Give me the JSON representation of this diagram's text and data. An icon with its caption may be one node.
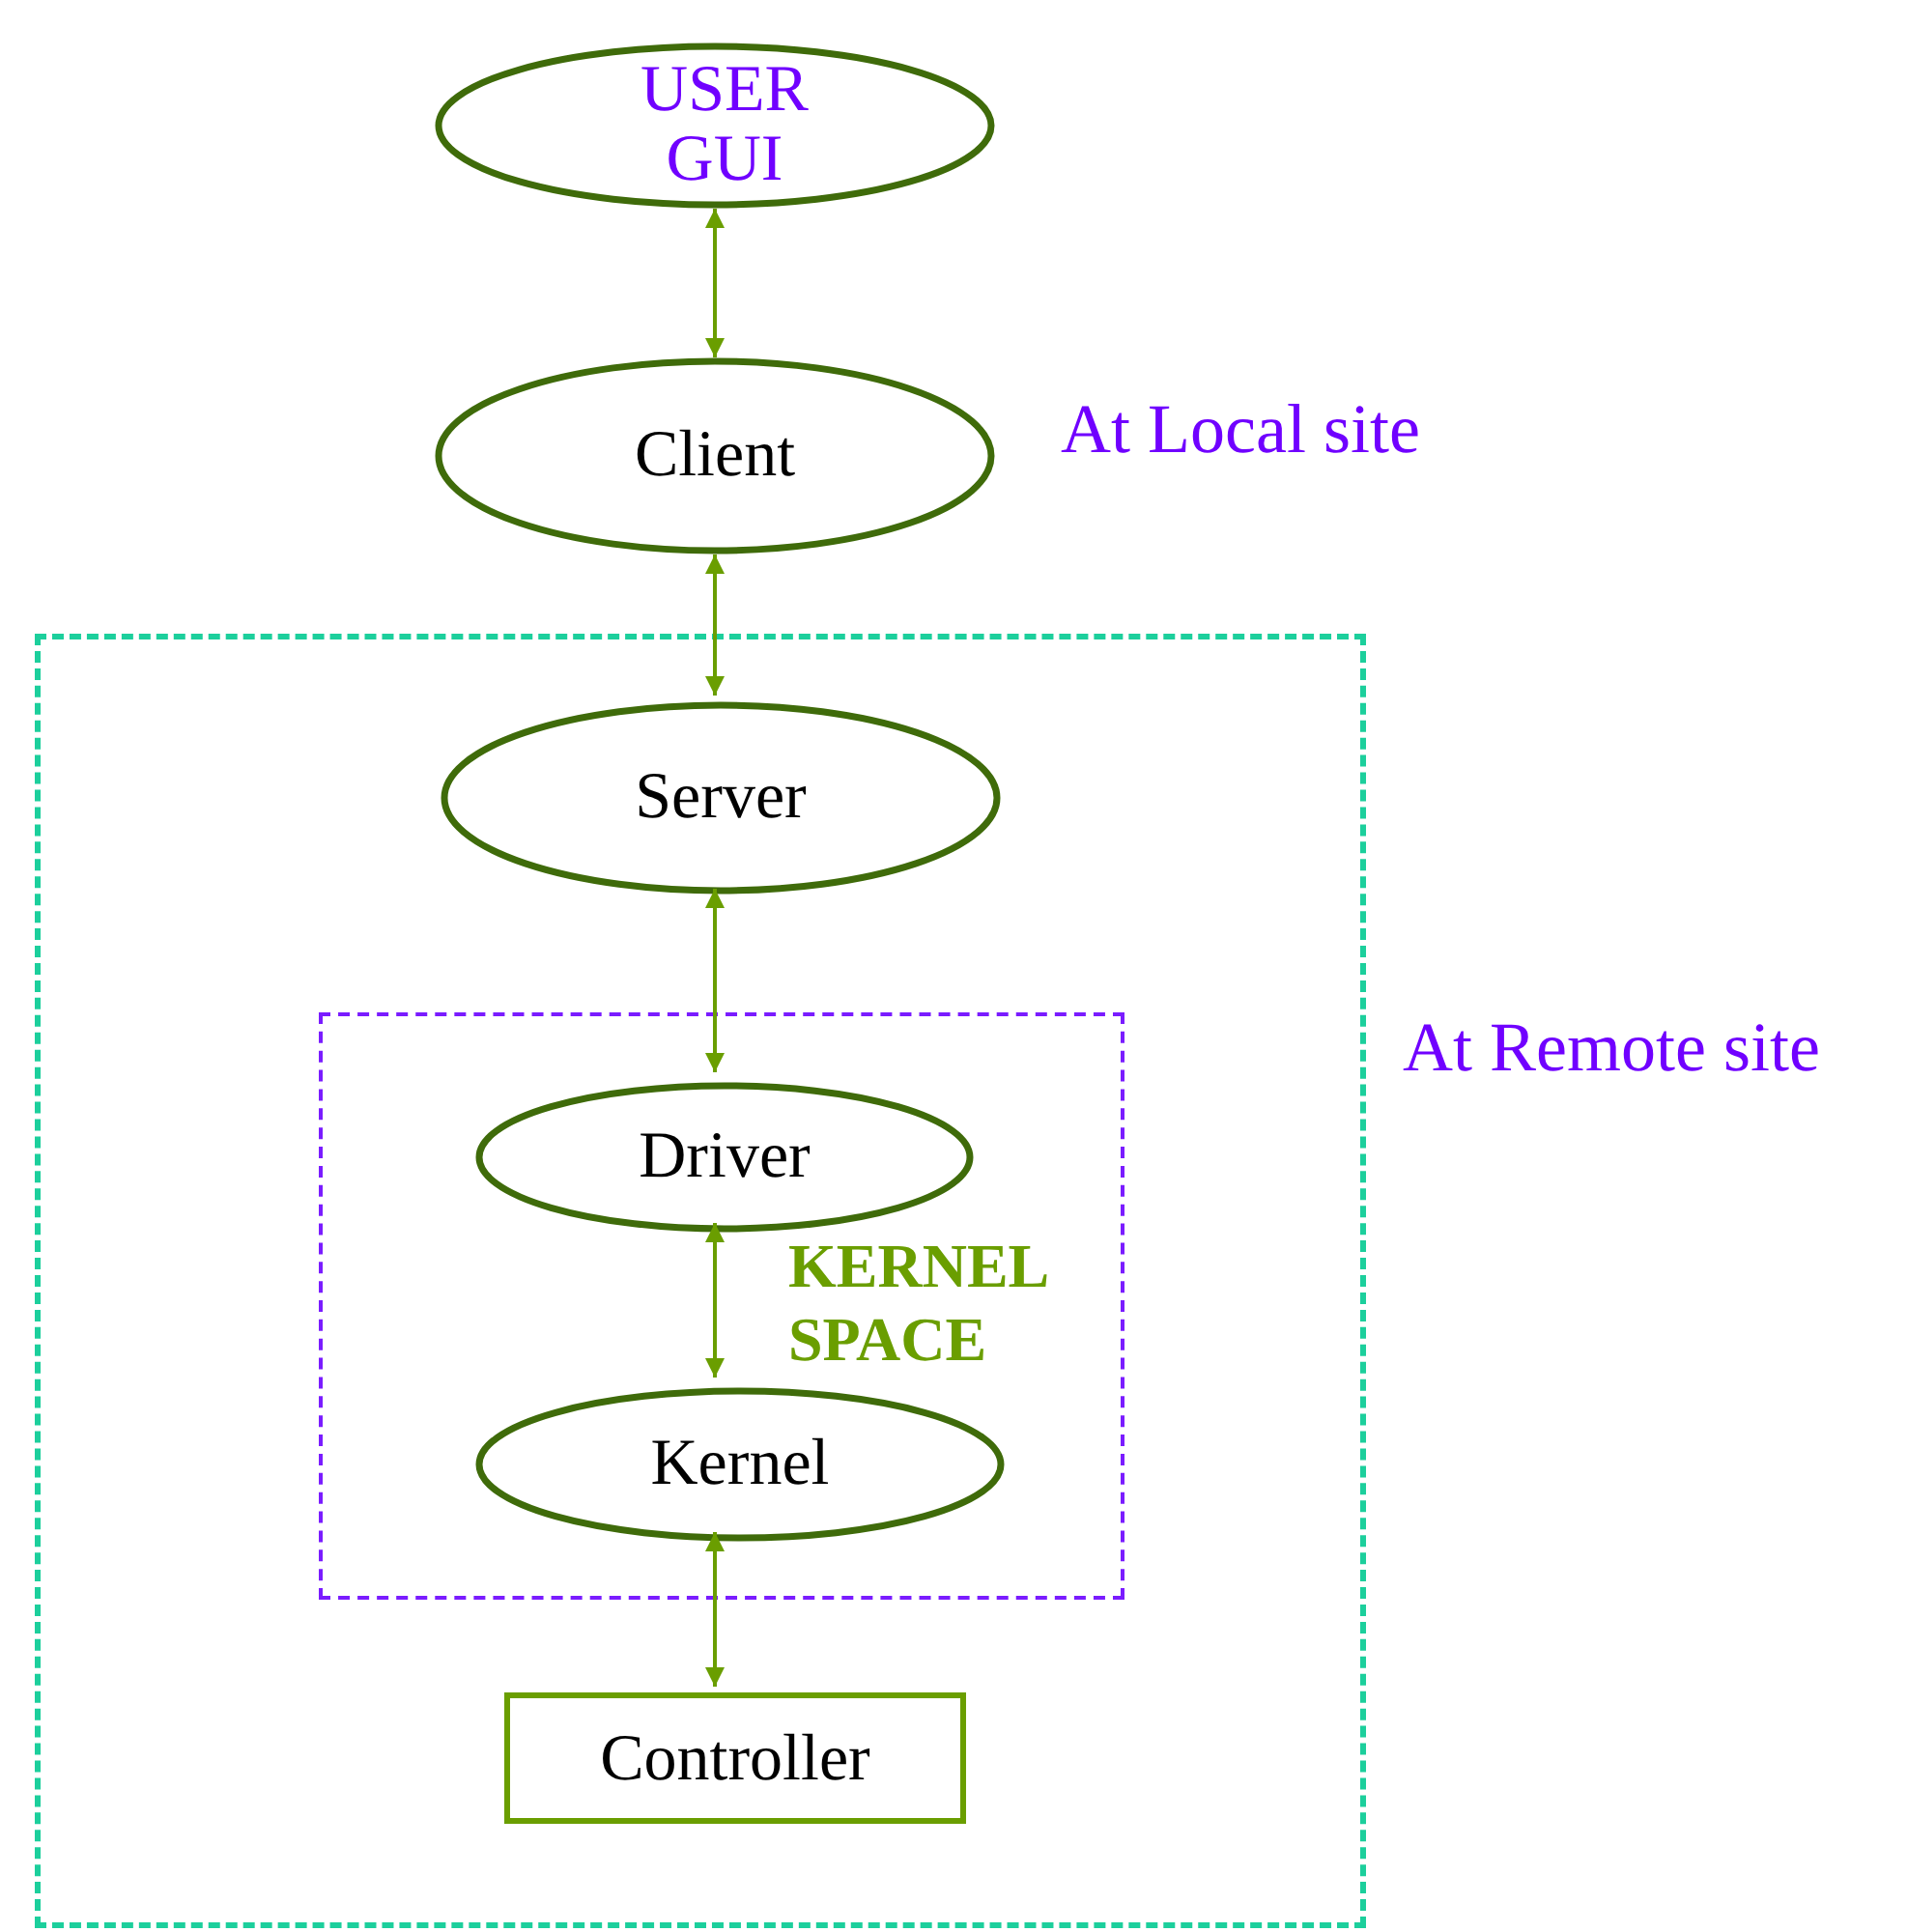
{
  "diagram": {
    "nodes": [
      {
        "text": [
          "USER GUI"
        ]
      },
      {
        "text": [
          "Client"
        ]
      },
      {
        "text": [],
        "shape": "box",
        "beside": [
          "At Remote site"
        ]
      },
      {
        "text": [
          "Server"
        ],
        "in": 2
      },
      {
        "text": [
          "KERNEL SPACE"
        ],
        "in": 2
      },
      {
        "text": [
          "Driver"
        ],
        "in": 4
      },
      {
        "text": [
          "Kernel"
        ],
        "in": 4
      },
      {
        "text": [
          "Controller"
        ],
        "in": 2
      }
    ],
    "edges": [
      {
        "from": 0,
        "to": 1,
        "arrow": "both"
      },
      {
        "from": 1,
        "to": 3,
        "arrow": "both"
      },
      {
        "from": 3,
        "to": 5,
        "arrow": "both"
      },
      {
        "from": 5,
        "to": 6,
        "arrow": "both"
      },
      {
        "from": 6,
        "to": 7,
        "arrow": "both"
      }
    ],
    "labels": [
      "At Local site"
    ]
  }
}
